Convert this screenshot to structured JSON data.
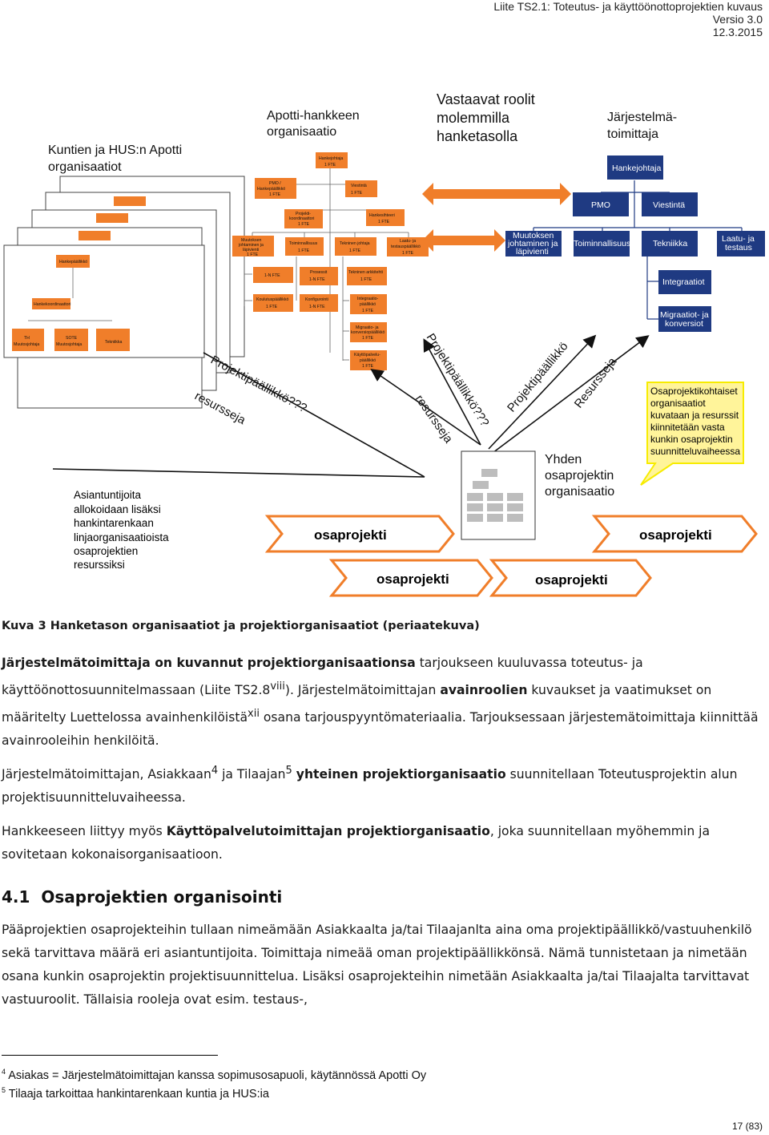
{
  "header": {
    "line1": "Liite TS2.1: Toteutus- ja käyttöönottoprojektien kuvaus",
    "line2": "Versio 3.0",
    "line3": "12.3.2015"
  },
  "figure": {
    "left_title_1": "Kuntien ja HUS:n Apotti",
    "left_title_2": "organisaatiot",
    "mid_title_1": "Apotti-hankkeen",
    "mid_title_2": "organisaatio",
    "center_title_1": "Vastaavat roolit",
    "center_title_2": "molemmilla",
    "center_title_3": "hanketasolla",
    "right_title_1": "Järjestelmä-",
    "right_title_2": "toimittaja",
    "stack_top": "Hankepäällikkö",
    "stack_coord": "Hankekoordinaattori",
    "stack_b1_1": "TH",
    "stack_b1_2": "Muutosjohtaja",
    "stack_b2_1": "SOTE",
    "stack_b2_2": "Muutosjohtaja",
    "stack_b3": "Tekniikka",
    "apotti_boxes": {
      "hj_1": "Hankejohtaja",
      "hj_2": "1 FTE",
      "pmo_1": "PMO /",
      "pmo_2": "Hankepäällikkö",
      "pmo_3": "1 FTE",
      "viest_1": "Viestintä",
      "viest_2": "1 FTE",
      "pk_1": "Projekti-",
      "pk_2": "koordinaattori",
      "pk_3": "1 FTE",
      "hs_1": "Hankesihteeri",
      "hs_2": "1 FTE",
      "mj_1": "Muutoksen",
      "mj_2": "johtaminen ja",
      "mj_3": "läpivienti",
      "mj_4": "1 FTE",
      "toim_1": "Toiminnallisuus",
      "toim_2": "1 FTE",
      "tj_1": "Tekninen johtaja",
      "tj_2": "1 FTE",
      "lt_1": "Laatu- ja",
      "lt_2": "testauspäällikkö",
      "lt_3": "1 FTE",
      "fte": "1-N FTE",
      "pros_1": "Prosessit",
      "pros_2": "1-N FTE",
      "ta_1": "Tekninen arkkitehti",
      "ta_2": "1 FTE",
      "kp_1": "Koulutuspäällikkö",
      "kp_2": "1 FTE",
      "konf_1": "Konfigurointi",
      "konf_2": "1-N FTE",
      "int_1": "Integraatio-",
      "int_2": "päällikkö",
      "int_3": "1 FTE",
      "mig_1": "Migraatio- ja",
      "mig_2": "konversiopäällikkö",
      "mig_3": "1 FTE",
      "kpv_1": "Käyttöpalvelu-",
      "kpv_2": "päällikkö",
      "kpv_3": "1 FTE"
    },
    "vendor_boxes": {
      "hankejohtaja": "Hankejohtaja",
      "pmo": "PMO",
      "viestinta": "Viestintä",
      "mj_1": "Muutoksen",
      "mj_2": "johtaminen ja",
      "mj_3": "läpivienti",
      "toiminnallisuus": "Toiminnallisuus",
      "tekniikka": "Tekniikka",
      "laatu_1": "Laatu- ja",
      "laatu_2": "testaus",
      "integraatiot": "Integraatiot",
      "mig_1": "Migraatiot- ja",
      "mig_2": "konversiot"
    },
    "rot_projektipaallikko_q": "Projektipäällikkö???",
    "rot_resursseja": "resursseja",
    "rot_projektipaallikko": "Projektipäällikkö",
    "rot_resursseja_cap": "Resursseja",
    "callout_1": "Osaprojektikohtaiset",
    "callout_2": "organisaatiot",
    "callout_3": "kuvataan ja resurssit",
    "callout_4": "kiinnitetään vasta",
    "callout_5": "kunkin osaprojektin",
    "callout_6": "suunnitteluvaiheessa",
    "yhden_1": "Yhden",
    "yhden_2": "osaprojektin",
    "yhden_3": "organisaatio",
    "asiantuntijoita_1": "Asiantuntijoita",
    "asiantuntijoita_2": "allokoidaan lisäksi",
    "asiantuntijoita_3": "hankintarenkaan",
    "asiantuntijoita_4": "linjaorganisaatioista",
    "asiantuntijoita_5": "osaprojektien",
    "asiantuntijoita_6": "resurssiksi",
    "osaprojekti": "osaprojekti"
  },
  "caption": "Kuva 3 Hanketason organisaatiot ja projektiorganisaatiot (periaatekuva)",
  "para1": {
    "b1": "Järjestelmätoimittaja on kuvannut projektiorganisaationsa",
    "t1": " tarjoukseen kuuluvassa toteutus- ja käyttöönottosuunnitelmassaan (Liite TS2.8",
    "sup1": "viii",
    "t2": "). Järjestelmätoimittajan ",
    "b2": "avainroolien",
    "t3": " kuvaukset ja vaatimukset on määritelty Luettelossa avainhenkilöistä",
    "sup2": "xii",
    "t4": " osana tarjouspyyntömateriaalia. Tarjouksessaan järjestemätoimittaja kiinnittää avainrooleihin henkilöitä."
  },
  "para2": {
    "t1": "Järjestelmätoimittajan, Asiakkaan",
    "sup1": "4",
    "t2": " ja Tilaajan",
    "sup2": "5",
    "t3": " ",
    "b1": "yhteinen projektiorganisaatio",
    "t4": " suunnitellaan Toteutusprojektin alun projektisuunnitteluvaiheessa."
  },
  "para3": {
    "t1": "Hankkeeseen liittyy myös ",
    "b1": "Käyttöpalvelutoimittajan projektiorganisaatio",
    "t2": ", joka suunnitellaan myöhemmin ja sovitetaan kokonaisorganisaatioon."
  },
  "section": {
    "number": "4.1",
    "title": "Osaprojektien organisointi"
  },
  "para4": "Pääprojektien osaprojekteihin tullaan nimeämään Asiakkaalta ja/tai Tilaajanlta aina oma projektipäällikkö/vastuuhenkilö sekä tarvittava määrä eri asiantuntijoita. Toimittaja nimeää oman projektipäällikkönsä. Nämä tunnistetaan ja nimetään osana kunkin osaprojektin projektisuunnittelua.  Lisäksi osaprojekteihin nimetään Asiakkaalta ja/tai Tilaajalta tarvittavat vastuuroolit. Tällaisia rooleja ovat esim. testaus-,",
  "footnotes": [
    {
      "num": "4",
      "text": "Asiakas = Järjestelmätoimittajan kanssa sopimusosapuoli, käytännössä Apotti Oy"
    },
    {
      "num": "5",
      "text": "Tilaaja tarkoittaa hankintarenkaan kuntia ja HUS:ia"
    }
  ],
  "page_number": "17 (83)",
  "colors": {
    "orange": "#f07e2a",
    "navy": "#1f3a82",
    "yellow": "#f7ec00",
    "callout": "#fff49a"
  }
}
